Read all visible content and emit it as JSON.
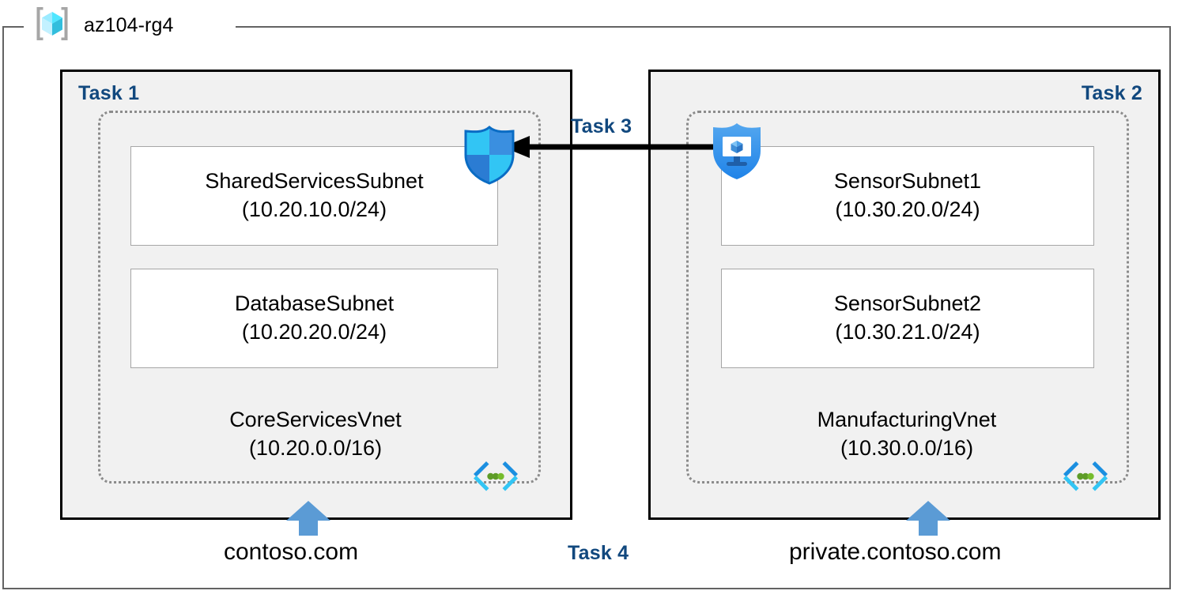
{
  "resource_group": {
    "name": "az104-rg4",
    "icon": "azure-resource-group-cube-icon"
  },
  "tasks": {
    "task1_label": "Task 1",
    "task2_label": "Task 2",
    "task3_label": "Task 3",
    "task4_label": "Task 4"
  },
  "vnets": [
    {
      "id": "corebservices",
      "name": "CoreServicesVnet",
      "cidr": "(10.20.0.0/16)",
      "icon": "virtual-network-icon",
      "subnets": [
        {
          "name": "SharedServicesSubnet",
          "cidr": "(10.20.10.0/24)"
        },
        {
          "name": "DatabaseSubnet",
          "cidr": "(10.20.20.0/24)"
        }
      ]
    },
    {
      "id": "manufacturing",
      "name": "ManufacturingVnet",
      "cidr": "(10.30.0.0/16)",
      "icon": "virtual-network-icon",
      "subnets": [
        {
          "name": "SensorSubnet1",
          "cidr": "(10.30.20.0/24)"
        },
        {
          "name": "SensorSubnet2",
          "cidr": "(10.30.21.0/24)"
        }
      ]
    }
  ],
  "icons": {
    "firewall": "shield-firewall-icon",
    "virtual_machine": "protected-virtual-machine-icon",
    "peering_arrow": "left-arrow-icon",
    "dns_arrow": "up-arrow-icon"
  },
  "dns_zones": [
    {
      "name": "contoso.com",
      "type": "public-dns-zone"
    },
    {
      "name": "private.contoso.com",
      "type": "private-dns-zone"
    }
  ],
  "colors": {
    "task_label": "#11487e",
    "box_fill": "#f1f1f1",
    "box_border": "#000000",
    "vnet_border": "#8b8b8b",
    "subnet_border": "#a6a6a6",
    "rg_frame": "#636363",
    "arrow_blue": "#5b9bd5",
    "azure_cyan": "#50e6ff",
    "azure_blue": "#0078d4",
    "accent_green": "#5e9c27"
  }
}
